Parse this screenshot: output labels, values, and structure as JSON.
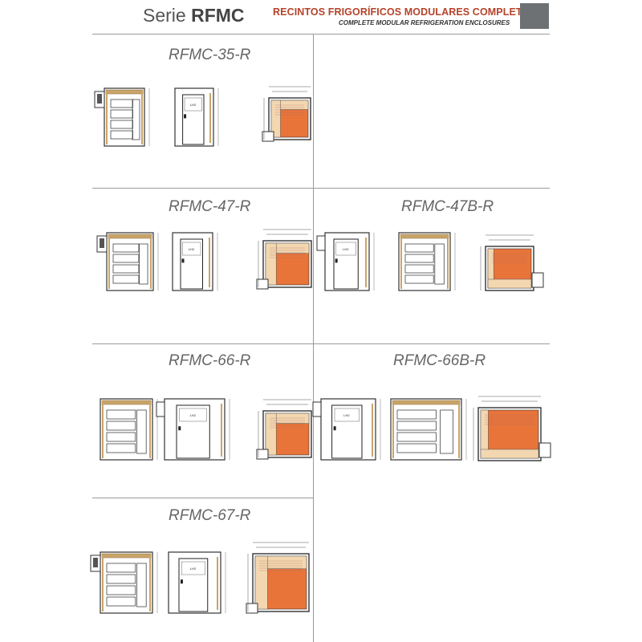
{
  "header": {
    "serie_prefix": "Serie",
    "serie_name": "RFMC",
    "title_es": "RECINTOS FRIGORÍFICOS MODULARES COMPLETOS",
    "title_en": "COMPLETE MODULAR REFRIGERATION ENCLOSURES"
  },
  "colors": {
    "accent": "#b5432a",
    "floor": "#e8743a",
    "frame": "#c9a46a",
    "gray_block": "#6d7173"
  },
  "models": [
    {
      "name": "RFMC-35-R"
    },
    {
      "name": "RFMC-47-R"
    },
    {
      "name": "RFMC-47B-R"
    },
    {
      "name": "RFMC-66-R"
    },
    {
      "name": "RFMC-66B-R"
    },
    {
      "name": "RFMC-67-R"
    }
  ],
  "door_label": "LH2"
}
